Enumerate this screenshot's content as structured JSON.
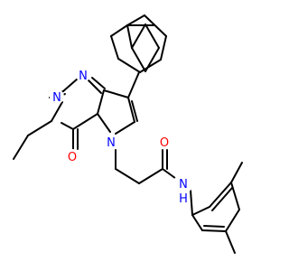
{
  "molecule": {
    "atom_labels": {
      "n_top": "N",
      "n_ethyl": "N",
      "n_pyrrole": "N",
      "o_ketone": "O",
      "o_amide": "O",
      "n_amide": "N",
      "h_amide": "H"
    },
    "colors": {
      "bond": "#000000",
      "nitrogen": "#0000ff",
      "oxygen": "#ff0000"
    }
  }
}
